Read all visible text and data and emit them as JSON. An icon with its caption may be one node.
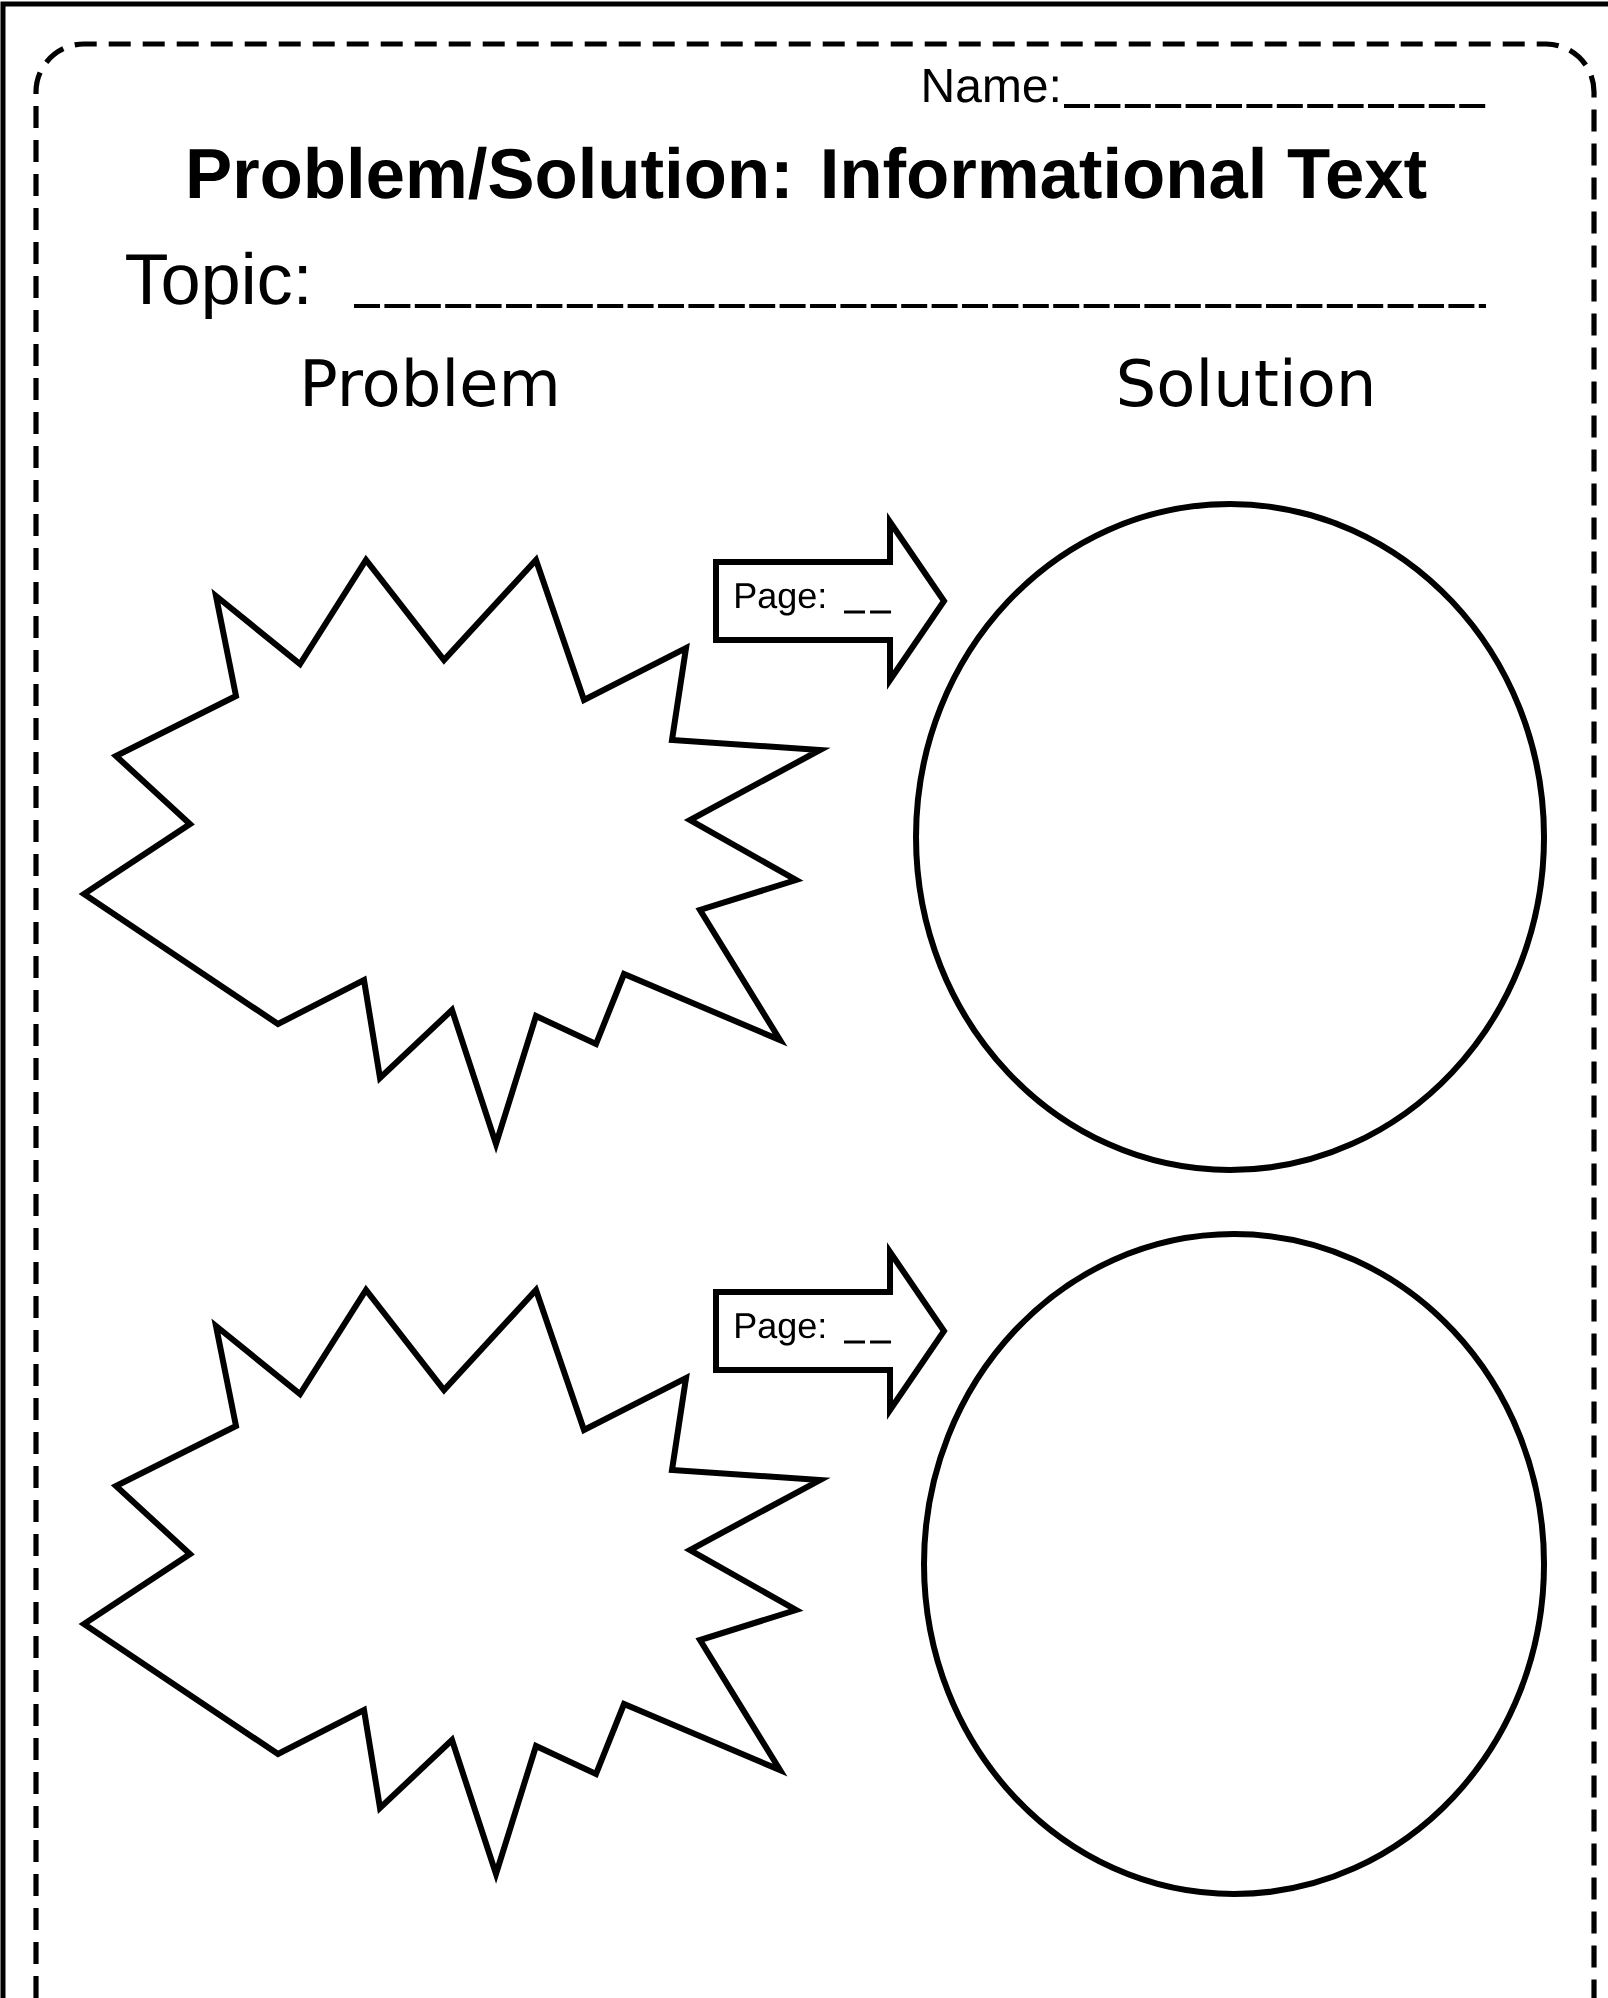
{
  "diagram": {
    "title": "Problem/Solution: Informational Text",
    "nodes": [
      {
        "text": [],
        "shape": "star"
      },
      {
        "text": [],
        "shape": "circle"
      },
      {
        "text": [],
        "shape": "star"
      },
      {
        "text": [],
        "shape": "circle"
      }
    ],
    "edges": [
      {
        "from": 0,
        "to": 1,
        "arrow": "to",
        "label": "Page:"
      },
      {
        "from": 2,
        "to": 3,
        "arrow": "to",
        "label": "Page:"
      }
    ],
    "labels": [
      "Name:",
      "Topic:",
      "Problem",
      "Solution"
    ]
  }
}
